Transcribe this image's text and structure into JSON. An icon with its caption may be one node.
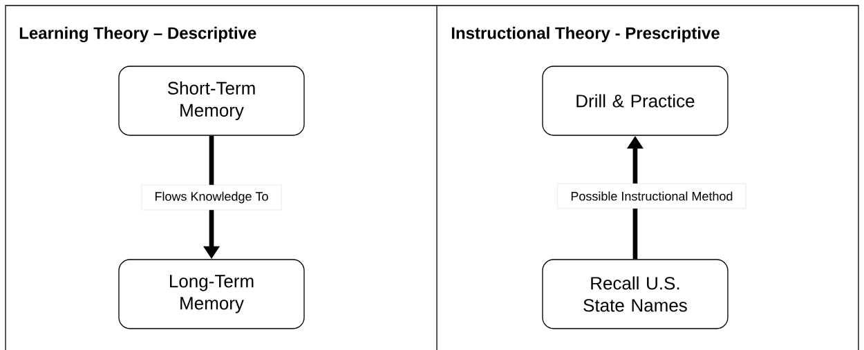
{
  "diagram": {
    "nodes": [
      {
        "text": [
          "Short-Term Memory"
        ]
      },
      {
        "text": [
          "Long-Term Memory"
        ]
      },
      {
        "text": [
          "Drill & Practice"
        ]
      },
      {
        "text": [
          "Recall U.S. State Names"
        ]
      }
    ],
    "edges": [
      {
        "from": 0,
        "to": 1,
        "arrow": "to",
        "label": "Flows Knowledge To"
      },
      {
        "from": 3,
        "to": 2,
        "arrow": "to",
        "label": "Possible Instructional Method"
      }
    ],
    "labels": [
      "Learning Theory – Descriptive",
      "Instructional Theory - Prescriptive"
    ]
  }
}
